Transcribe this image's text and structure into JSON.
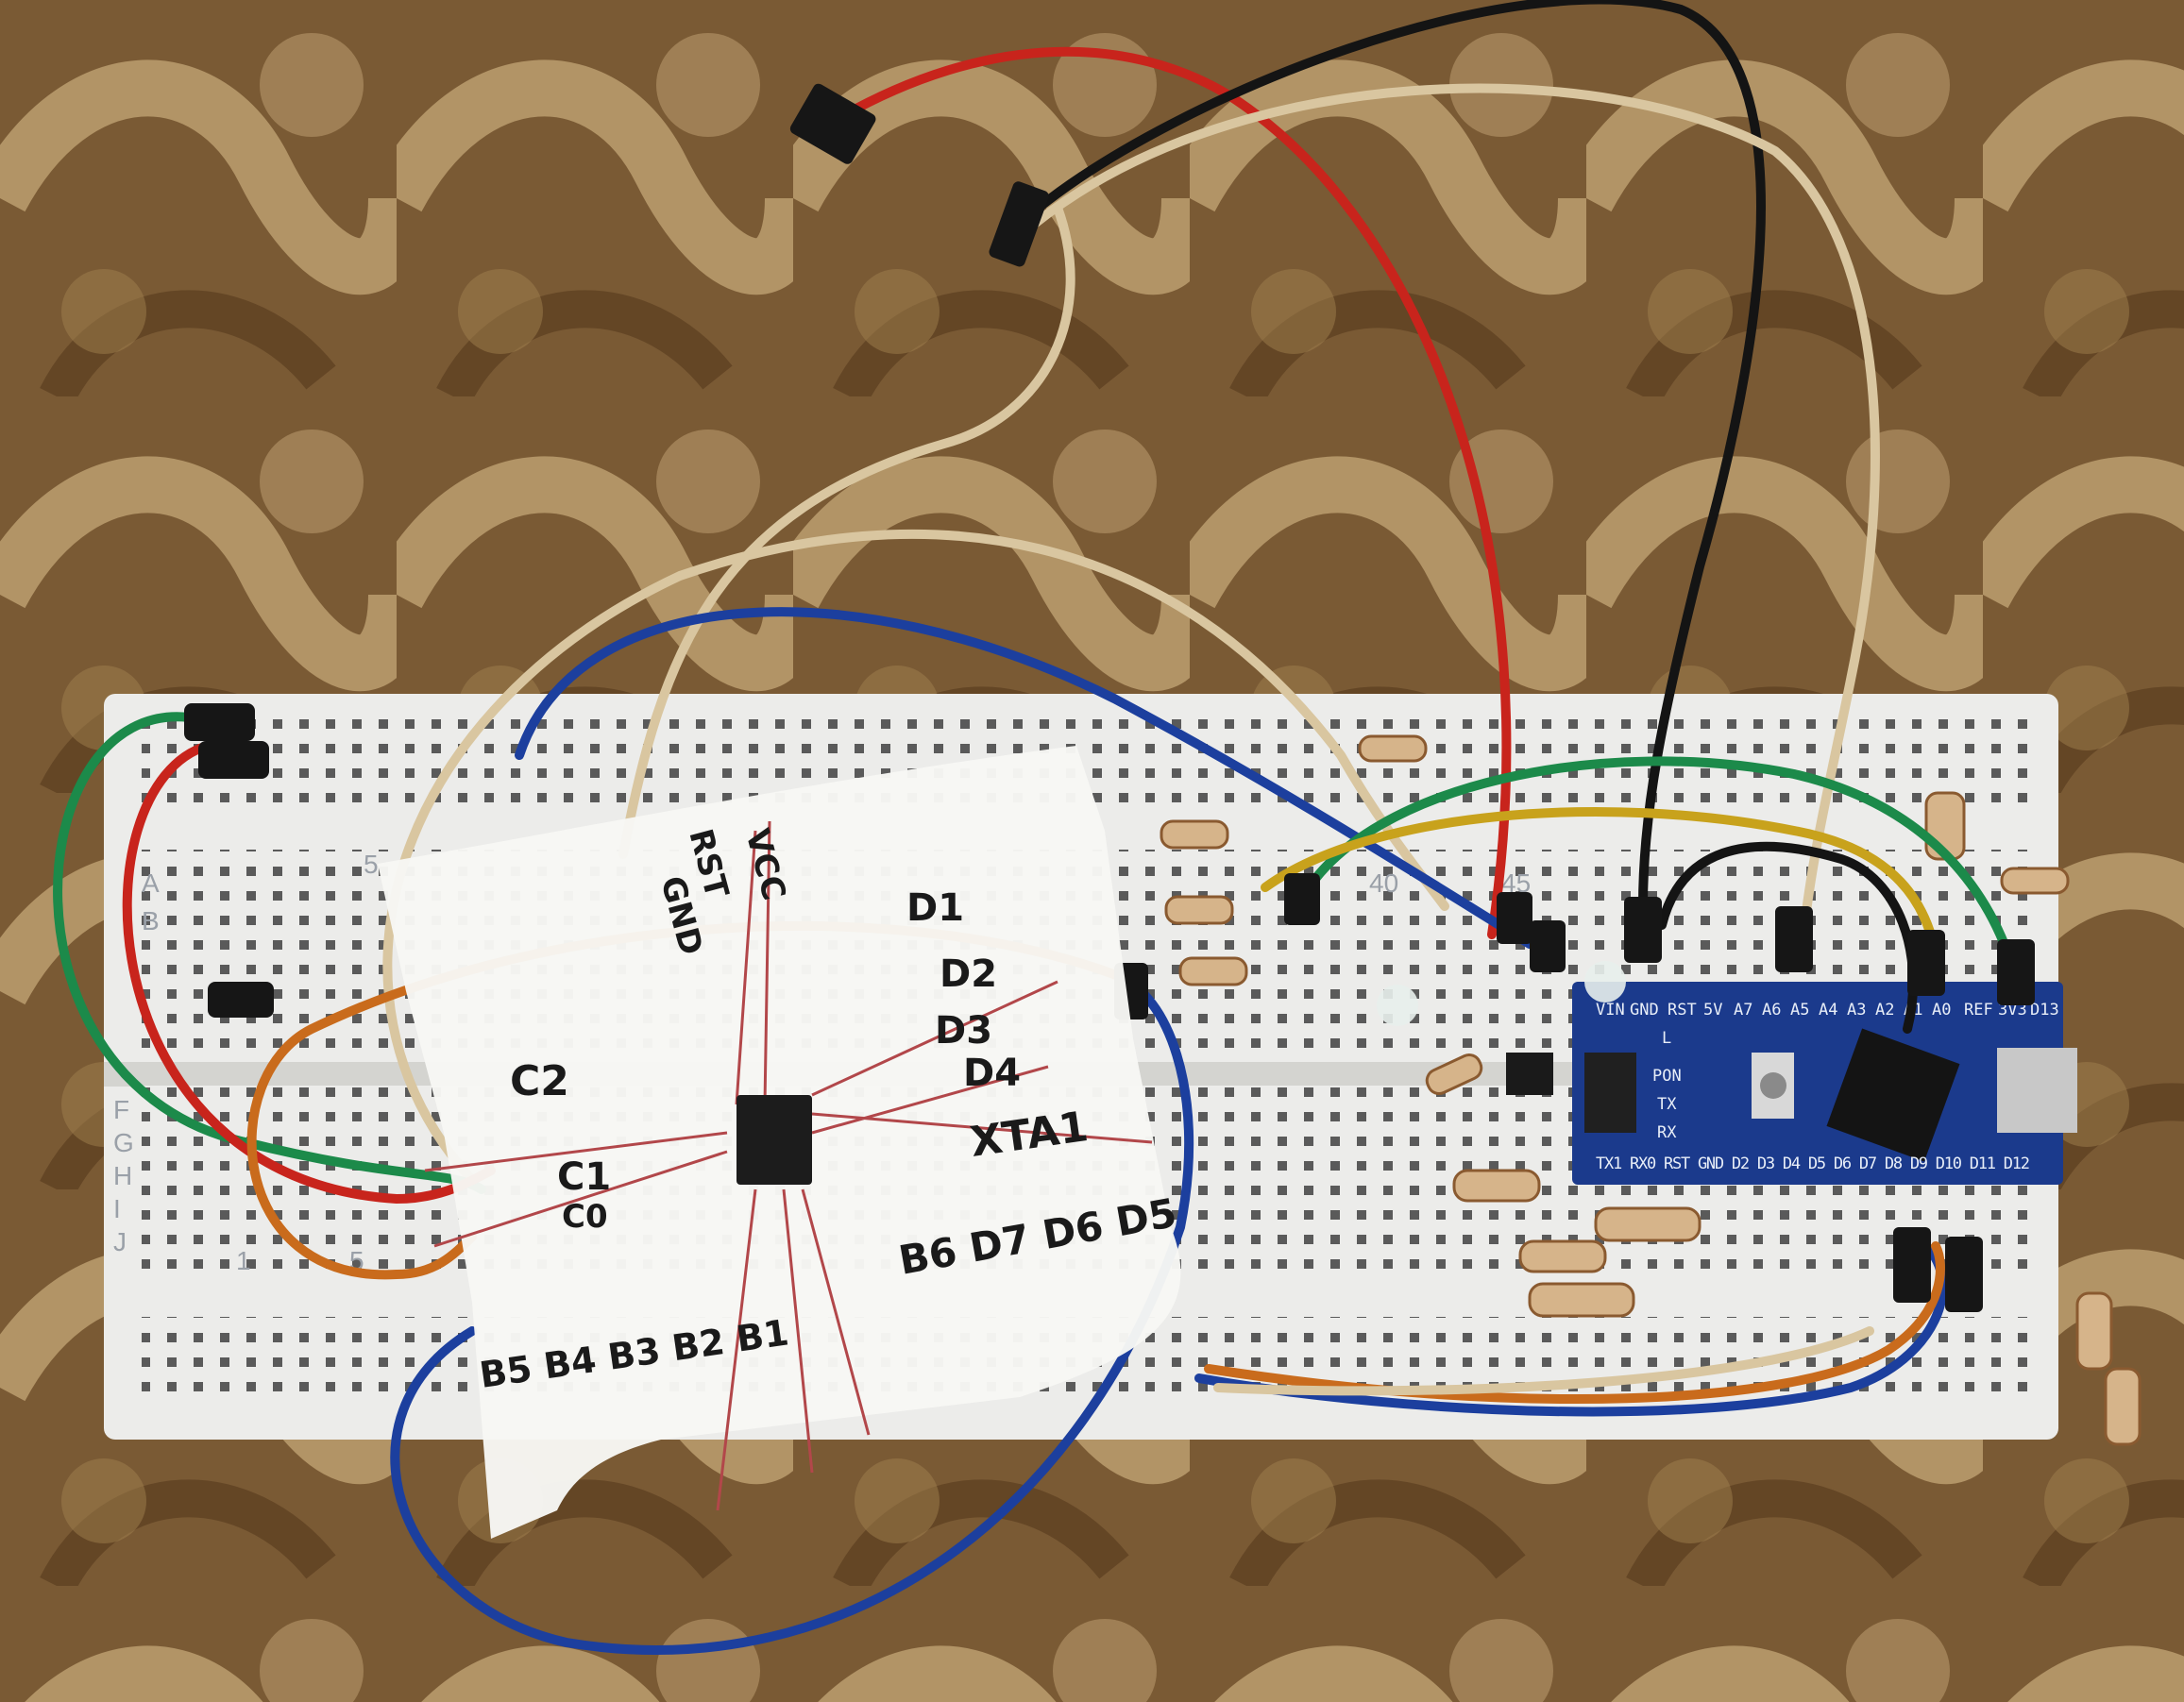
{
  "colors": {
    "carpet_dark": "#6e4f2c",
    "carpet_light": "#b89a6a",
    "breadboard": "#ececea",
    "paper": "#f7f7f4",
    "nano_pcb": "#1b3a8c",
    "wire_red": "#c8241c",
    "wire_black": "#141414",
    "wire_tan": "#d9c6a0",
    "wire_blue": "#1c3f9e",
    "wire_green": "#1c8a4a",
    "wire_orange": "#c96b1c",
    "wire_yellow": "#c8a21c"
  },
  "breadboard": {
    "row_letters": [
      "A",
      "B",
      "F",
      "G",
      "H",
      "I",
      "J"
    ],
    "column_numbers": [
      "5",
      "1",
      "5",
      "40",
      "45"
    ]
  },
  "paper_labels": {
    "top": [
      "RST",
      "GND",
      "VCC"
    ],
    "left": [
      "C2",
      "C1",
      "C0"
    ],
    "right": [
      "D1",
      "D2",
      "D3",
      "D4",
      "XTA1"
    ],
    "right_bottom": "B6 D7 D6 D5",
    "bottom": "B5 B4 B3 B2 B1"
  },
  "nano": {
    "top_pins": [
      "D13",
      "3V3",
      "REF",
      "A0",
      "A1",
      "A2",
      "A3",
      "A4",
      "A5",
      "A6",
      "A7",
      "5V",
      "RST",
      "GND",
      "VIN"
    ],
    "bottom_pins": "TX1 RX0 RST GND D2 D3 D4 D5 D6 D7 D8 D9 D10 D11 D12",
    "leds": [
      "L",
      "PON",
      "TX",
      "RX"
    ]
  }
}
